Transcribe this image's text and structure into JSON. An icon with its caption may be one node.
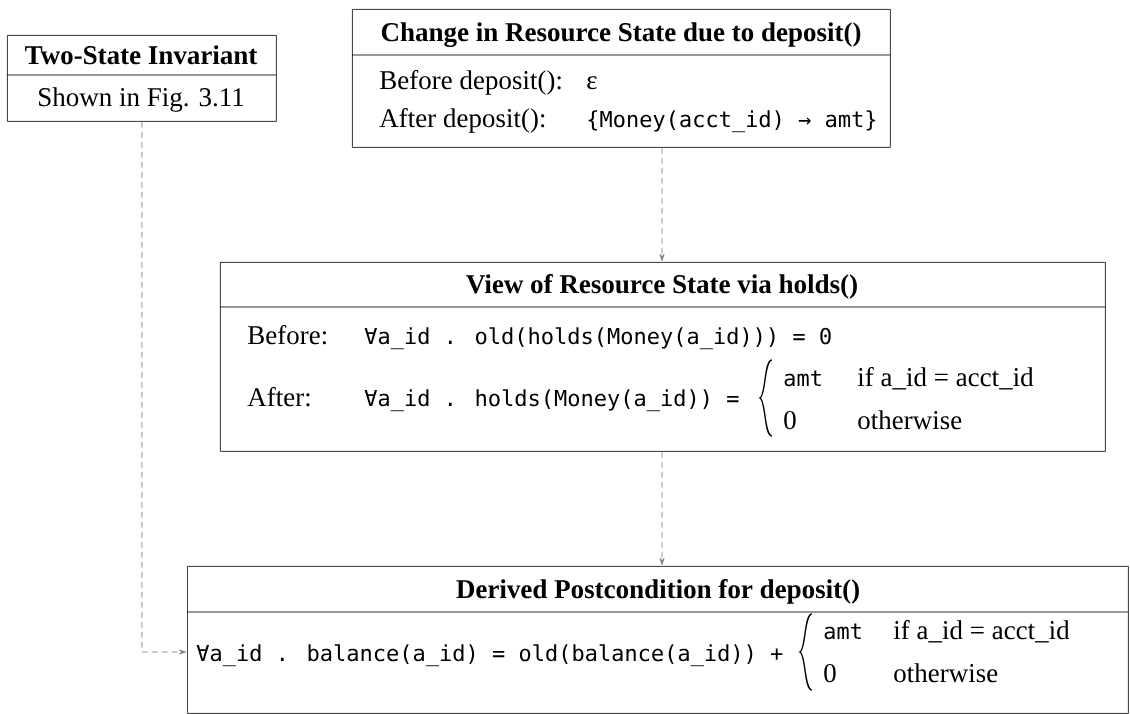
{
  "diagram": {
    "nodes": [
      {
        "text": [
          "Two-State Invariant",
          "Shown in Fig. 3.11"
        ]
      },
      {
        "text": [
          "Change in Resource State due to deposit()",
          "Before deposit():",
          "ε",
          "After deposit():",
          "{Money(acct_id) → amt}"
        ]
      },
      {
        "text": [
          "View of Resource State via holds()",
          "Before:",
          "∀a_id . old(holds(Money(a_id))) = 0",
          "After:",
          "∀a_id . holds(Money(a_id)) =",
          "amt",
          "if a_id = acct_id",
          "0",
          "otherwise"
        ]
      },
      {
        "text": [
          "Derived Postcondition for deposit()",
          "∀a_id . balance(a_id) = old(balance(a_id)) +",
          "amt",
          "if a_id = acct_id",
          "0",
          "otherwise"
        ]
      }
    ],
    "edges": [
      {
        "from": 1,
        "to": 2,
        "arrow": "to",
        "style": "dashed"
      },
      {
        "from": 2,
        "to": 3,
        "arrow": "to",
        "style": "dashed"
      },
      {
        "from": 0,
        "to": 3,
        "arrow": "to",
        "style": "dashed"
      }
    ]
  }
}
